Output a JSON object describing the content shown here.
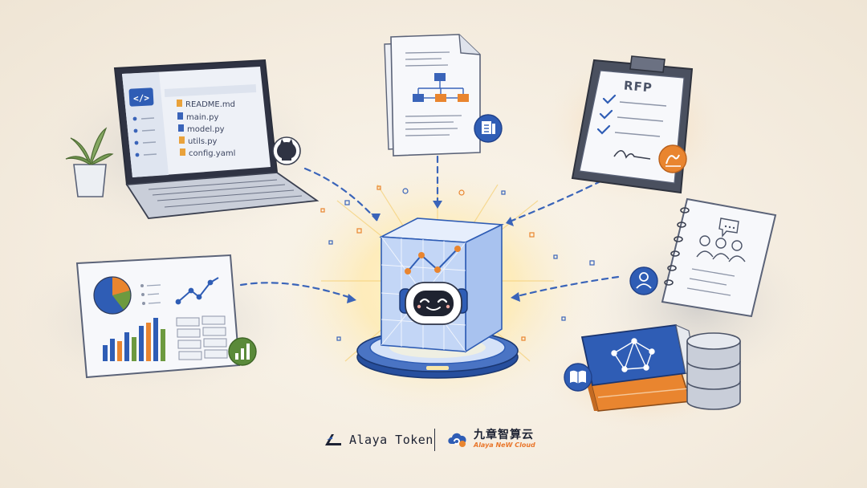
{
  "files": [
    {
      "name": "README.md"
    },
    {
      "name": "main.py"
    },
    {
      "name": "model.py"
    },
    {
      "name": "utils.py"
    },
    {
      "name": "config.yaml"
    }
  ],
  "code_icon": "</>",
  "rfp_label": "RFP",
  "footer": {
    "left_brand": "Alaya Token",
    "right_brand_cn": "九章智算云",
    "right_brand_en": "Alaya NeW Cloud"
  },
  "colors": {
    "accent_blue": "#2f5db5",
    "accent_orange": "#e9852f",
    "accent_green": "#5a8a3a",
    "background": "#f6efe3"
  },
  "icons": [
    "github-icon",
    "document-icon",
    "signature-icon",
    "user-icon",
    "chart-icon",
    "book-icon",
    "robot-icon",
    "database-icon",
    "plant-icon"
  ]
}
